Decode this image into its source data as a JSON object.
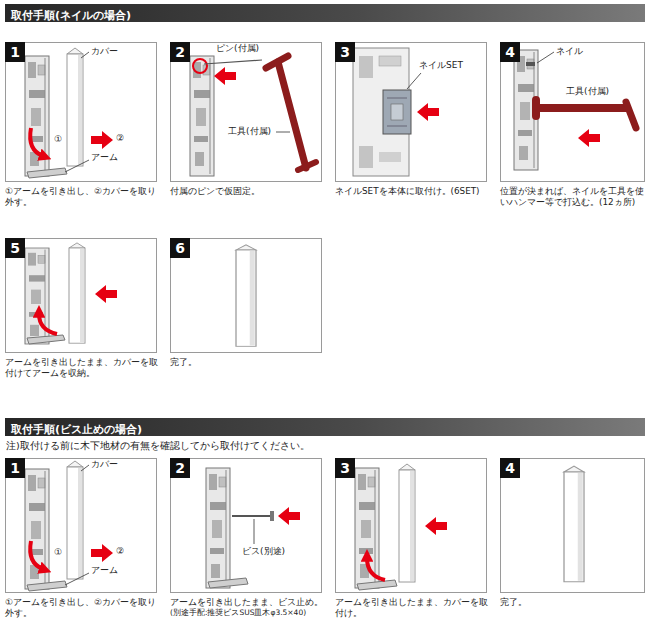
{
  "diagram": {
    "nodes": [
      {
        "text": [
          "取付手順(ネイルの場合)"
        ]
      },
      {
        "text": [
          "①アームを引き出し、②カバーを取り外す。"
        ]
      },
      {
        "text": [
          "1"
        ],
        "in": 1
      },
      {
        "text": [
          "付属のピンで仮固定。"
        ]
      },
      {
        "text": [
          "2"
        ],
        "in": 3
      },
      {
        "text": [
          "ネイルSETを本体に取付け。(6SET)"
        ]
      },
      {
        "text": [
          "3"
        ],
        "in": 5
      },
      {
        "text": [
          "位置が決まれば、ネイルを工具を使いハンマー等で打込む。(12ヵ所)"
        ]
      },
      {
        "text": [
          "4"
        ],
        "in": 7
      },
      {
        "text": [
          "アームを引き出したまま、カバーを取付けてアームを収納。"
        ]
      },
      {
        "text": [
          "5"
        ],
        "in": 9
      },
      {
        "text": [
          "完了。"
        ]
      },
      {
        "text": [
          "6"
        ],
        "in": 11
      },
      {
        "text": [
          "取付手順(ビス止めの場合)"
        ]
      },
      {
        "text": [
          "①アームを引き出し、②カバーを取り外す。"
        ]
      },
      {
        "text": [
          "1"
        ],
        "in": 14
      },
      {
        "text": [
          "アームを引き出したまま、ビス止め。",
          "(別途手配:推奨ビスSUS皿木φ3.5×40)"
        ]
      },
      {
        "text": [
          "2"
        ],
        "in": 16
      },
      {
        "text": [
          "アームを引き出したまま、カバーを取付け。"
        ]
      },
      {
        "text": [
          "3"
        ],
        "in": 18
      },
      {
        "text": [
          "完了。"
        ]
      },
      {
        "text": [
          "4"
        ],
        "in": 20
      }
    ],
    "labels": [
      "カバー",
      "①",
      "②",
      "アーム",
      "ピン(付属)",
      "工具(付属)",
      "ネイルSET",
      "ネイル",
      "工具(付属)",
      "注)取付ける前に木下地材の有無を確認してから取付けてください。",
      "カバー",
      "①",
      "②",
      "アーム",
      "ビス(別途)"
    ]
  }
}
